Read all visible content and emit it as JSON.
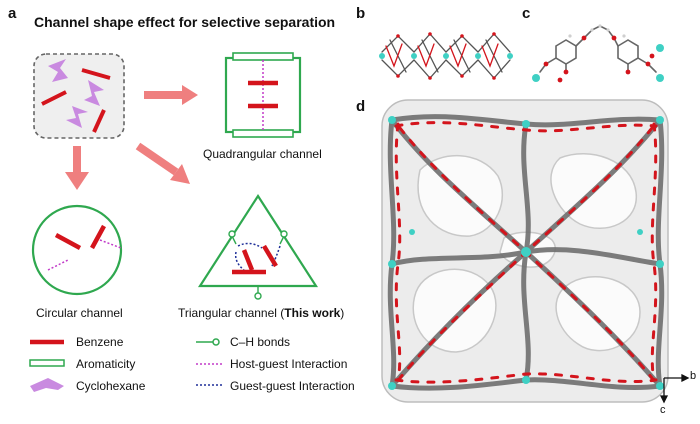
{
  "panel_a": {
    "letter": "a",
    "title": "Channel shape effect for selective separation",
    "quadrangular_label": "Quadrangular channel",
    "circular_label": "Circular channel",
    "triangular_label_pre": "Triangular channel (",
    "triangular_label_bold": "This work",
    "triangular_label_post": ")"
  },
  "legend": {
    "benzene": "Benzene",
    "aromaticity": "Aromaticity",
    "cyclohexane": "Cyclohexane",
    "ch_bonds": "C–H bonds",
    "host_guest": "Host-guest Interaction",
    "guest_guest": "Guest-guest Interaction"
  },
  "panel_b": {
    "letter": "b"
  },
  "panel_c": {
    "letter": "c"
  },
  "panel_d": {
    "letter": "d",
    "axis_b": "b",
    "axis_c": "c"
  },
  "colors": {
    "benzene_red": "#d4141c",
    "green": "#2fa84f",
    "cyclohexane_violet": "#c98ae0",
    "arrow_salmon": "#ef7f7f",
    "host_guest_magenta": "#c23bc9",
    "guest_guest_navy": "#1f2f99",
    "cyan": "#3fd0c4"
  }
}
